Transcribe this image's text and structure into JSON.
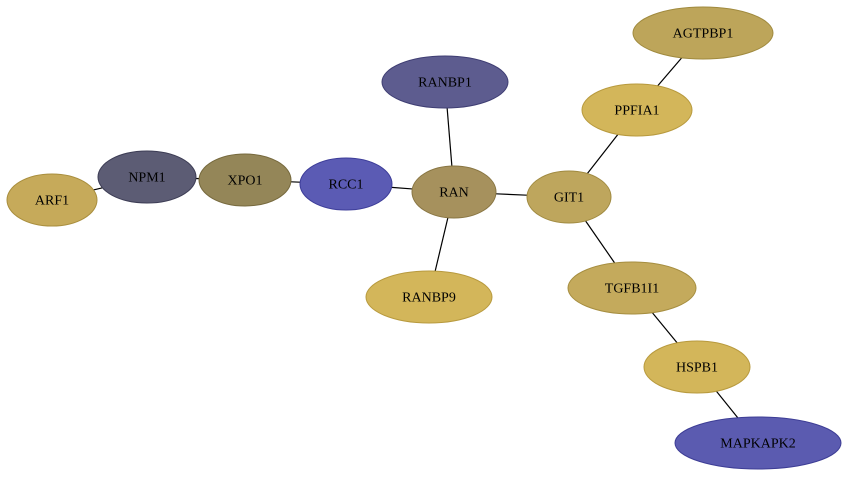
{
  "nodes": [
    {
      "id": "AGTPBP1",
      "label": "AGTPBP1",
      "fill": "#bda55a",
      "stroke": "#a08a3e"
    },
    {
      "id": "RANBP1",
      "label": "RANBP1",
      "fill": "#5d5c8f",
      "stroke": "#3f3e73"
    },
    {
      "id": "PPFIA1",
      "label": "PPFIA1",
      "fill": "#d3b65a",
      "stroke": "#b89a3e"
    },
    {
      "id": "NPM1",
      "label": "NPM1",
      "fill": "#5c5c74",
      "stroke": "#3d3d55"
    },
    {
      "id": "XPO1",
      "label": "XPO1",
      "fill": "#948658",
      "stroke": "#76693d"
    },
    {
      "id": "RCC1",
      "label": "RCC1",
      "fill": "#5b5bb4",
      "stroke": "#3d3d99"
    },
    {
      "id": "RAN",
      "label": "RAN",
      "fill": "#a6915d",
      "stroke": "#887542"
    },
    {
      "id": "GIT1",
      "label": "GIT1",
      "fill": "#bea65d",
      "stroke": "#a08a40"
    },
    {
      "id": "ARF1",
      "label": "ARF1",
      "fill": "#c6aa5a",
      "stroke": "#a98e3d"
    },
    {
      "id": "TGFB1I1",
      "label": "TGFB1I1",
      "fill": "#c4aa5c",
      "stroke": "#a68e40"
    },
    {
      "id": "RANBP9",
      "label": "RANBP9",
      "fill": "#d3b65a",
      "stroke": "#b89a3e"
    },
    {
      "id": "HSPB1",
      "label": "HSPB1",
      "fill": "#d3b65a",
      "stroke": "#b89a3e"
    },
    {
      "id": "MAPKAPK2",
      "label": "MAPKAPK2",
      "fill": "#5b5bb0",
      "stroke": "#3d3d95"
    }
  ],
  "edges": [
    [
      "ARF1",
      "NPM1"
    ],
    [
      "NPM1",
      "XPO1"
    ],
    [
      "XPO1",
      "RCC1"
    ],
    [
      "RCC1",
      "RAN"
    ],
    [
      "RANBP1",
      "RAN"
    ],
    [
      "RAN",
      "RANBP9"
    ],
    [
      "RAN",
      "GIT1"
    ],
    [
      "GIT1",
      "PPFIA1"
    ],
    [
      "PPFIA1",
      "AGTPBP1"
    ],
    [
      "GIT1",
      "TGFB1I1"
    ],
    [
      "TGFB1I1",
      "HSPB1"
    ],
    [
      "HSPB1",
      "MAPKAPK2"
    ]
  ]
}
